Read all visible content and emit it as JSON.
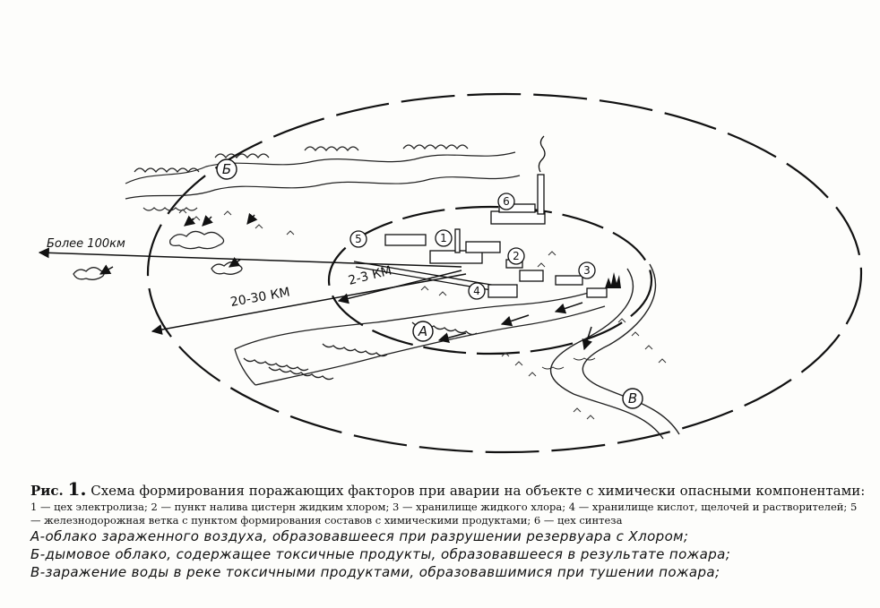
{
  "diagram": {
    "distance_long": "Более 100км",
    "distance_mid": "20-30 КМ",
    "distance_short": "2-3 КМ",
    "zone_a": "А",
    "zone_b": "Б",
    "zone_v": "В",
    "facility_numbers": [
      "1",
      "2",
      "3",
      "4",
      "5",
      "6"
    ]
  },
  "caption": {
    "fig_label": "Рис.",
    "fig_number": "1.",
    "title": "Схема формирования поражающих факторов при аварии на объекте с химически опасными компонентами:",
    "legend": "1 — цех электролиза; 2 — пункт налива цистерн жидким хлором; 3 — хранилище жидкого хлора; 4 — хранилище кислот, щелочей и растворителей; 5 — железнодорожная ветка с пунктом формирования составов с химическими продуктами; 6 — цех синтеза",
    "notes": [
      "А-облако зараженного воздуха, образовавшееся при разрушении резервуара с Хлором;",
      "Б-дымовое облако, содержащее токсичные продукты, образовавшееся в результате пожара;",
      "В-заражение воды в реке токсичными продуктами, образовавшимися при тушении пожара;"
    ]
  }
}
